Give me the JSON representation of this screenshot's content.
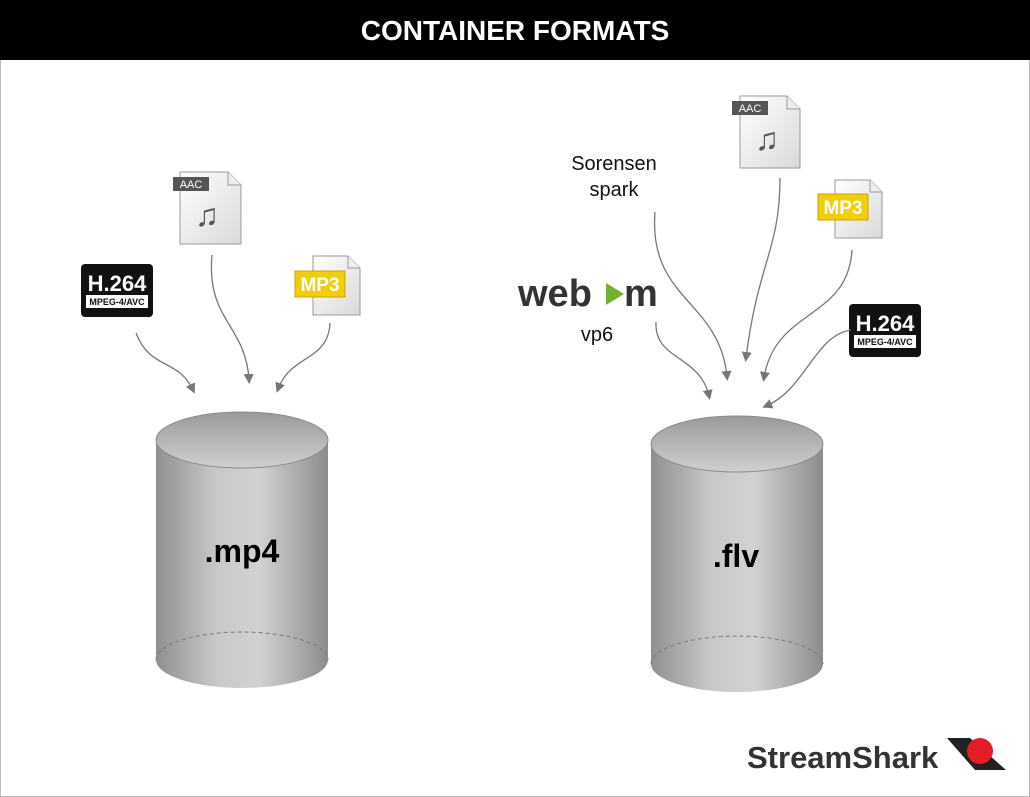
{
  "title": "CONTAINER FORMATS",
  "containers": [
    {
      "label": ".mp4",
      "inputs": [
        "H.264 MPEG-4/AVC",
        "AAC",
        "MP3"
      ]
    },
    {
      "label": ".flv",
      "inputs": [
        "vp6",
        "Sorensen spark",
        "AAC",
        "MP3",
        "H.264 MPEG-4/AVC"
      ]
    }
  ],
  "badges": {
    "h264_main": "H.264",
    "h264_sub": "MPEG-4/AVC",
    "aac": "AAC",
    "mp3": "MP3"
  },
  "labels": {
    "sorensen_line1": "Sorensen",
    "sorensen_line2": "spark",
    "vp6": "vp6",
    "webm_left": "web",
    "webm_right": "m"
  },
  "brand": {
    "name": "StreamShark",
    "accent": "#e31e24"
  },
  "colors": {
    "header": "#000000",
    "cylinder": "#b5b5b5",
    "arrow": "#777777",
    "mp3": "#f2cd0a",
    "webm_play": "#72b22a"
  }
}
